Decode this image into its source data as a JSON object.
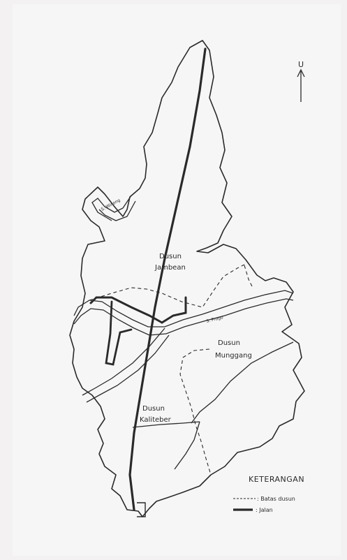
{
  "north": {
    "label": "U"
  },
  "hamlets": [
    {
      "name": "Dusun",
      "sub": "Jambean"
    },
    {
      "name": "Dusun",
      "sub": "Munggang"
    },
    {
      "name": "Dusun",
      "sub": "Kaliteber"
    }
  ],
  "rivers": [
    {
      "label": "S. Winong"
    },
    {
      "label": "S. Progo"
    }
  ],
  "legend": {
    "title": "KETERANGAN",
    "items": [
      {
        "style": "dashed",
        "label": ": Batas dusun"
      },
      {
        "style": "thick",
        "label": ": Jalan"
      }
    ]
  },
  "colors": {
    "ink": "#2a2a2a",
    "paper": "#f3f1f2"
  }
}
